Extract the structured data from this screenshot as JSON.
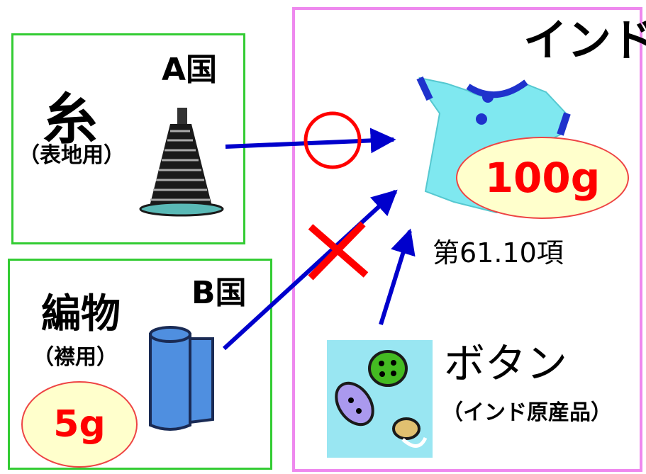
{
  "india": {
    "title": "インド",
    "hs_code": "第61.10項"
  },
  "shirt": {
    "weight": "100g",
    "color": "#7fe8f0"
  },
  "country_a": {
    "name": "A国",
    "material": "糸",
    "usage": "（表地用）"
  },
  "country_b": {
    "name": "B国",
    "material": "編物",
    "usage": "（襟用）",
    "weight": "5g"
  },
  "buttons": {
    "name": "ボタン",
    "origin": "（インド原産品）"
  },
  "colors": {
    "frame_india": "#ee88ee",
    "frame_country": "#33cc33",
    "arrow": "#0000cc",
    "mark": "#ff0000"
  },
  "marks": {
    "yarn_arrow": "circle-ok",
    "fabric_arrow": "cross-ng"
  }
}
